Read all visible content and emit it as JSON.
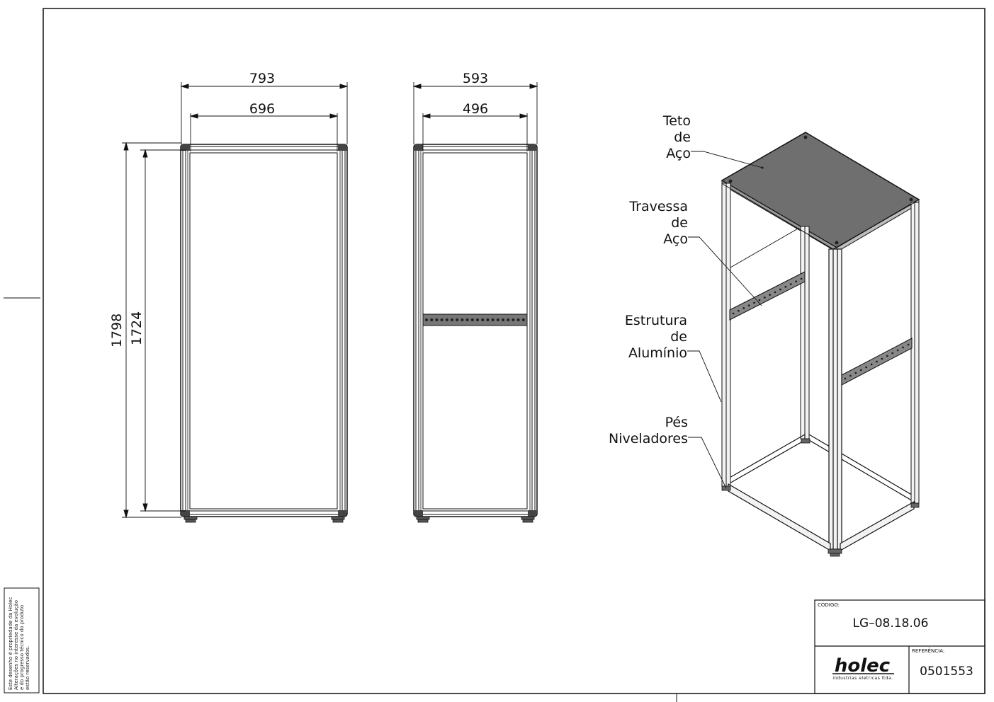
{
  "front_view": {
    "width_outer": "793",
    "width_inner": "696",
    "height_outer": "1798",
    "height_inner": "1724"
  },
  "side_view": {
    "depth_outer": "593",
    "depth_inner": "496"
  },
  "iso_view": {
    "callouts": [
      {
        "lines": [
          "Teto",
          "de",
          "Aço"
        ]
      },
      {
        "lines": [
          "Travessa",
          "de",
          "Aço"
        ]
      },
      {
        "lines": [
          "Estrutura",
          "de",
          "Alumínio"
        ]
      },
      {
        "lines": [
          "Pés",
          "Niveladores"
        ]
      }
    ]
  },
  "title_block": {
    "code_label": "CÓDIGO:",
    "code": "LG–08.18.06",
    "ref_label": "REFERÊNCIA:",
    "reference": "0501553",
    "logo": "holec",
    "logo_sub": "industrias eletricas ltda."
  },
  "disclaimer": [
    "Este desenho é propriedade da Holec",
    "Alterações no interesse da evolução",
    "e do progresso técnico do produto",
    "estão reservados."
  ]
}
